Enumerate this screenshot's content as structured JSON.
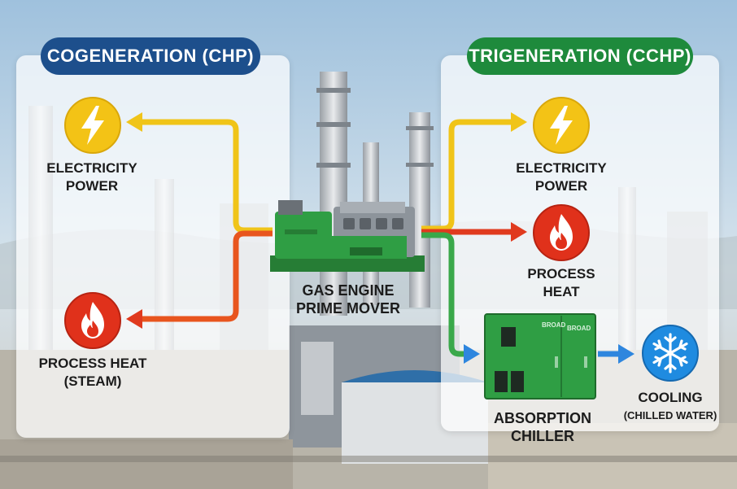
{
  "left": {
    "title": "COGENERATION (CHP)",
    "color": "#1d4f8c",
    "outputs": {
      "electricity": [
        "ELECTRICITY",
        "POWER"
      ],
      "heat": [
        "PROCESS HEAT",
        "(STEAM)"
      ]
    }
  },
  "right": {
    "title": "TRIGENERATION (CCHP)",
    "color": "#1e8a3c",
    "outputs": {
      "electricity": [
        "ELECTRICITY",
        "POWER"
      ],
      "heat": [
        "PROCESS",
        "HEAT"
      ],
      "cooling": [
        "COOLING",
        "(CHILLED WATER)"
      ]
    }
  },
  "engine": {
    "label": [
      "GAS ENGINE",
      "PRIME MOVER"
    ]
  },
  "chiller": {
    "label": "ABSORPTION CHILLER",
    "brand": "BROAD"
  },
  "icons": {
    "electricity": "lightning-bolt-icon",
    "heat": "flame-icon",
    "cooling": "snowflake-icon"
  },
  "colors": {
    "electricity_flow": "#f0c419",
    "heat_flow": "#e03a1e",
    "cooling_flow": "#2e86de",
    "chiller_flow": "#3aa84a",
    "engine_body": "#2f9e44"
  }
}
